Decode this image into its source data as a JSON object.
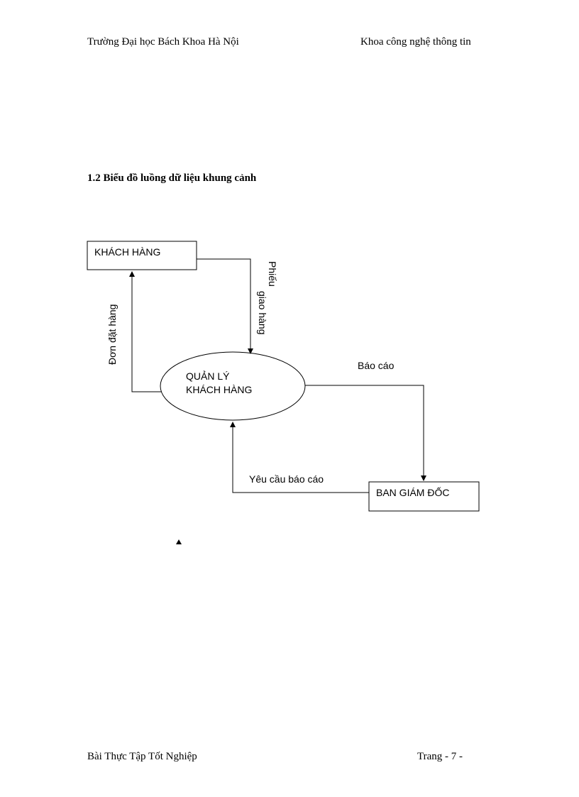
{
  "header": {
    "left": "Trường Đại học Bách Khoa Hà Nội",
    "right": "Khoa công nghệ thông tin"
  },
  "section": {
    "title": "1.2 Biểu đồ luồng dữ liệu khung cảnh"
  },
  "diagram": {
    "entities": {
      "customer": "KHÁCH HÀNG",
      "board": "BAN GIÁM ĐỐC"
    },
    "process": {
      "line1": "QUẢN LÝ",
      "line2": "KHÁCH HÀNG"
    },
    "flows": {
      "order": "Đơn đặt hàng",
      "delivery_slip_line1": "Phiếu",
      "delivery_slip_line2": "giao hàng",
      "report": "Báo cáo",
      "report_request": "Yêu cầu báo cáo"
    }
  },
  "footer": {
    "left": "Bài Thực Tập Tốt Nghiệp",
    "right": "Trang  - 7 -"
  }
}
